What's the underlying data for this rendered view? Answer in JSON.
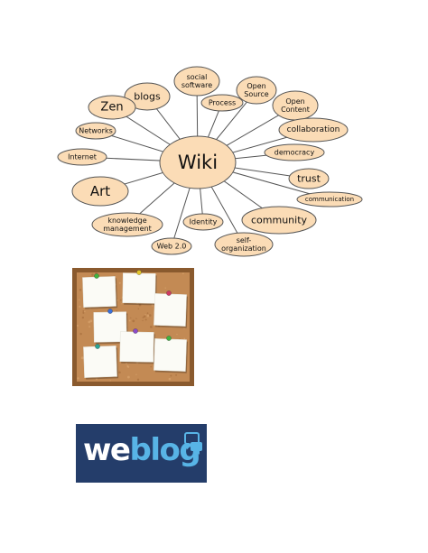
{
  "wiki_map": {
    "center": "Wiki",
    "nodes": [
      {
        "key": "social_software",
        "lines": [
          "social",
          "software"
        ]
      },
      {
        "key": "blogs",
        "lines": [
          "blogs"
        ]
      },
      {
        "key": "open_source",
        "lines": [
          "Open",
          "Source"
        ]
      },
      {
        "key": "open_content",
        "lines": [
          "Open",
          "Content"
        ]
      },
      {
        "key": "zen",
        "lines": [
          "Zen"
        ]
      },
      {
        "key": "process",
        "lines": [
          "Process"
        ]
      },
      {
        "key": "networks",
        "lines": [
          "Networks"
        ]
      },
      {
        "key": "collaboration",
        "lines": [
          "collaboration"
        ]
      },
      {
        "key": "democracy",
        "lines": [
          "democracy"
        ]
      },
      {
        "key": "internet",
        "lines": [
          "Internet"
        ]
      },
      {
        "key": "trust",
        "lines": [
          "trust"
        ]
      },
      {
        "key": "art",
        "lines": [
          "Art"
        ]
      },
      {
        "key": "communication",
        "lines": [
          "communication"
        ]
      },
      {
        "key": "community",
        "lines": [
          "community"
        ]
      },
      {
        "key": "knowledge_management",
        "lines": [
          "knowledge",
          "management"
        ]
      },
      {
        "key": "identity",
        "lines": [
          "Identity"
        ]
      },
      {
        "key": "self_organization",
        "lines": [
          "self-",
          "organization"
        ]
      },
      {
        "key": "web_2_0",
        "lines": [
          "Web 2.0"
        ]
      }
    ],
    "colors": {
      "fill": "#fbdcb6",
      "stroke": "#555555",
      "text": "#111111"
    }
  },
  "corkboard": {
    "pin_colors": [
      "#3fb43f",
      "#e3c62a",
      "#d03a63",
      "#3a6fd8",
      "#8b4bc8",
      "#2aa596"
    ]
  },
  "weblog": {
    "text_we": "we",
    "text_blog": "blog",
    "colors": {
      "background": "#243d6a",
      "we": "#ffffff",
      "blog": "#58b4e6",
      "bubble": "#58b4e6"
    }
  }
}
